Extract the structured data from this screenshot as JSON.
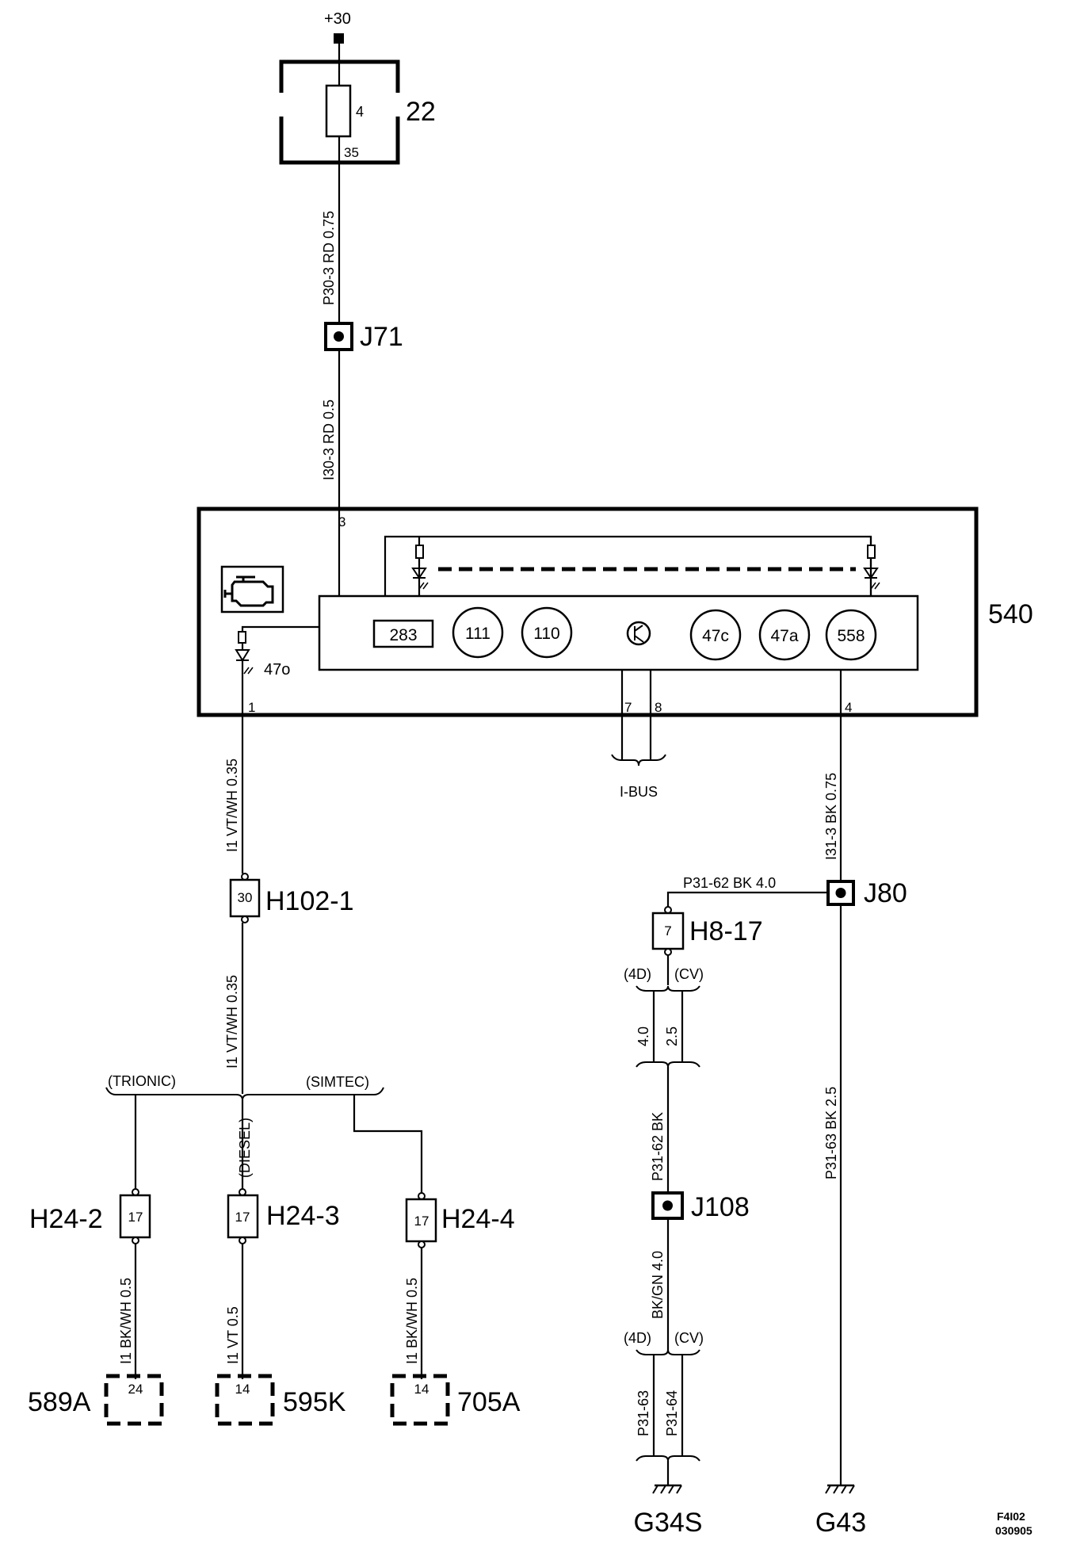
{
  "supply": {
    "label": "+30"
  },
  "fuse_box": {
    "id": "22",
    "fuse": "4",
    "pin": "35"
  },
  "wires": {
    "w1": "P30-3  RD  0.75",
    "w2": "I30-3  RD  0.5",
    "w3": "I1  VT/WH  0.35",
    "w4": "I1  VT/WH  0.35",
    "w5": "I31-3  BK  0.75",
    "w6": "P31-62  BK  4.0",
    "w7": "P31-63  BK  2.5",
    "w8": "P31-62  BK",
    "w9": "BK/GN  4.0",
    "w10": "I1  BK/WH  0.5",
    "w11": "I1  VT  0.5",
    "w12": "I1  BK/WH  0.5"
  },
  "splices": {
    "j71": "J71",
    "j80": "J80",
    "j108": "J108"
  },
  "instrument": {
    "id": "540",
    "pin3": "3",
    "pin1": "1",
    "pin7": "7",
    "pin8": "8",
    "pin4": "4",
    "led_label": "47o",
    "display": "283",
    "circles": [
      "111",
      "110",
      "47c",
      "47a",
      "558"
    ],
    "bus_label": "I-BUS"
  },
  "connectors": {
    "h102": {
      "id": "H102-1",
      "pin": "30"
    },
    "h817": {
      "id": "H8-17",
      "pin": "7"
    },
    "h242": {
      "id": "H24-2",
      "pin": "17"
    },
    "h243": {
      "id": "H24-3",
      "pin": "17"
    },
    "h244": {
      "id": "H24-4",
      "pin": "17"
    }
  },
  "variants": {
    "trionic": "(TRIONIC)",
    "simtec": "(SIMTEC)",
    "diesel": "(DIESEL)",
    "v4d_1": "(4D)",
    "vcv_1": "(CV)",
    "v4d_2": "(4D)",
    "vcv_2": "(CV)",
    "g1": "4.0",
    "g2": "2.5",
    "p63": "P31-63",
    "p64": "P31-64"
  },
  "components": {
    "c589": {
      "id": "589A",
      "pin": "24"
    },
    "c595": {
      "id": "595K",
      "pin": "14"
    },
    "c705": {
      "id": "705A",
      "pin": "14"
    }
  },
  "grounds": {
    "g34": "G34S",
    "g43": "G43"
  },
  "drawing_code": {
    "line1": "F4I02",
    "line2": "030905"
  }
}
